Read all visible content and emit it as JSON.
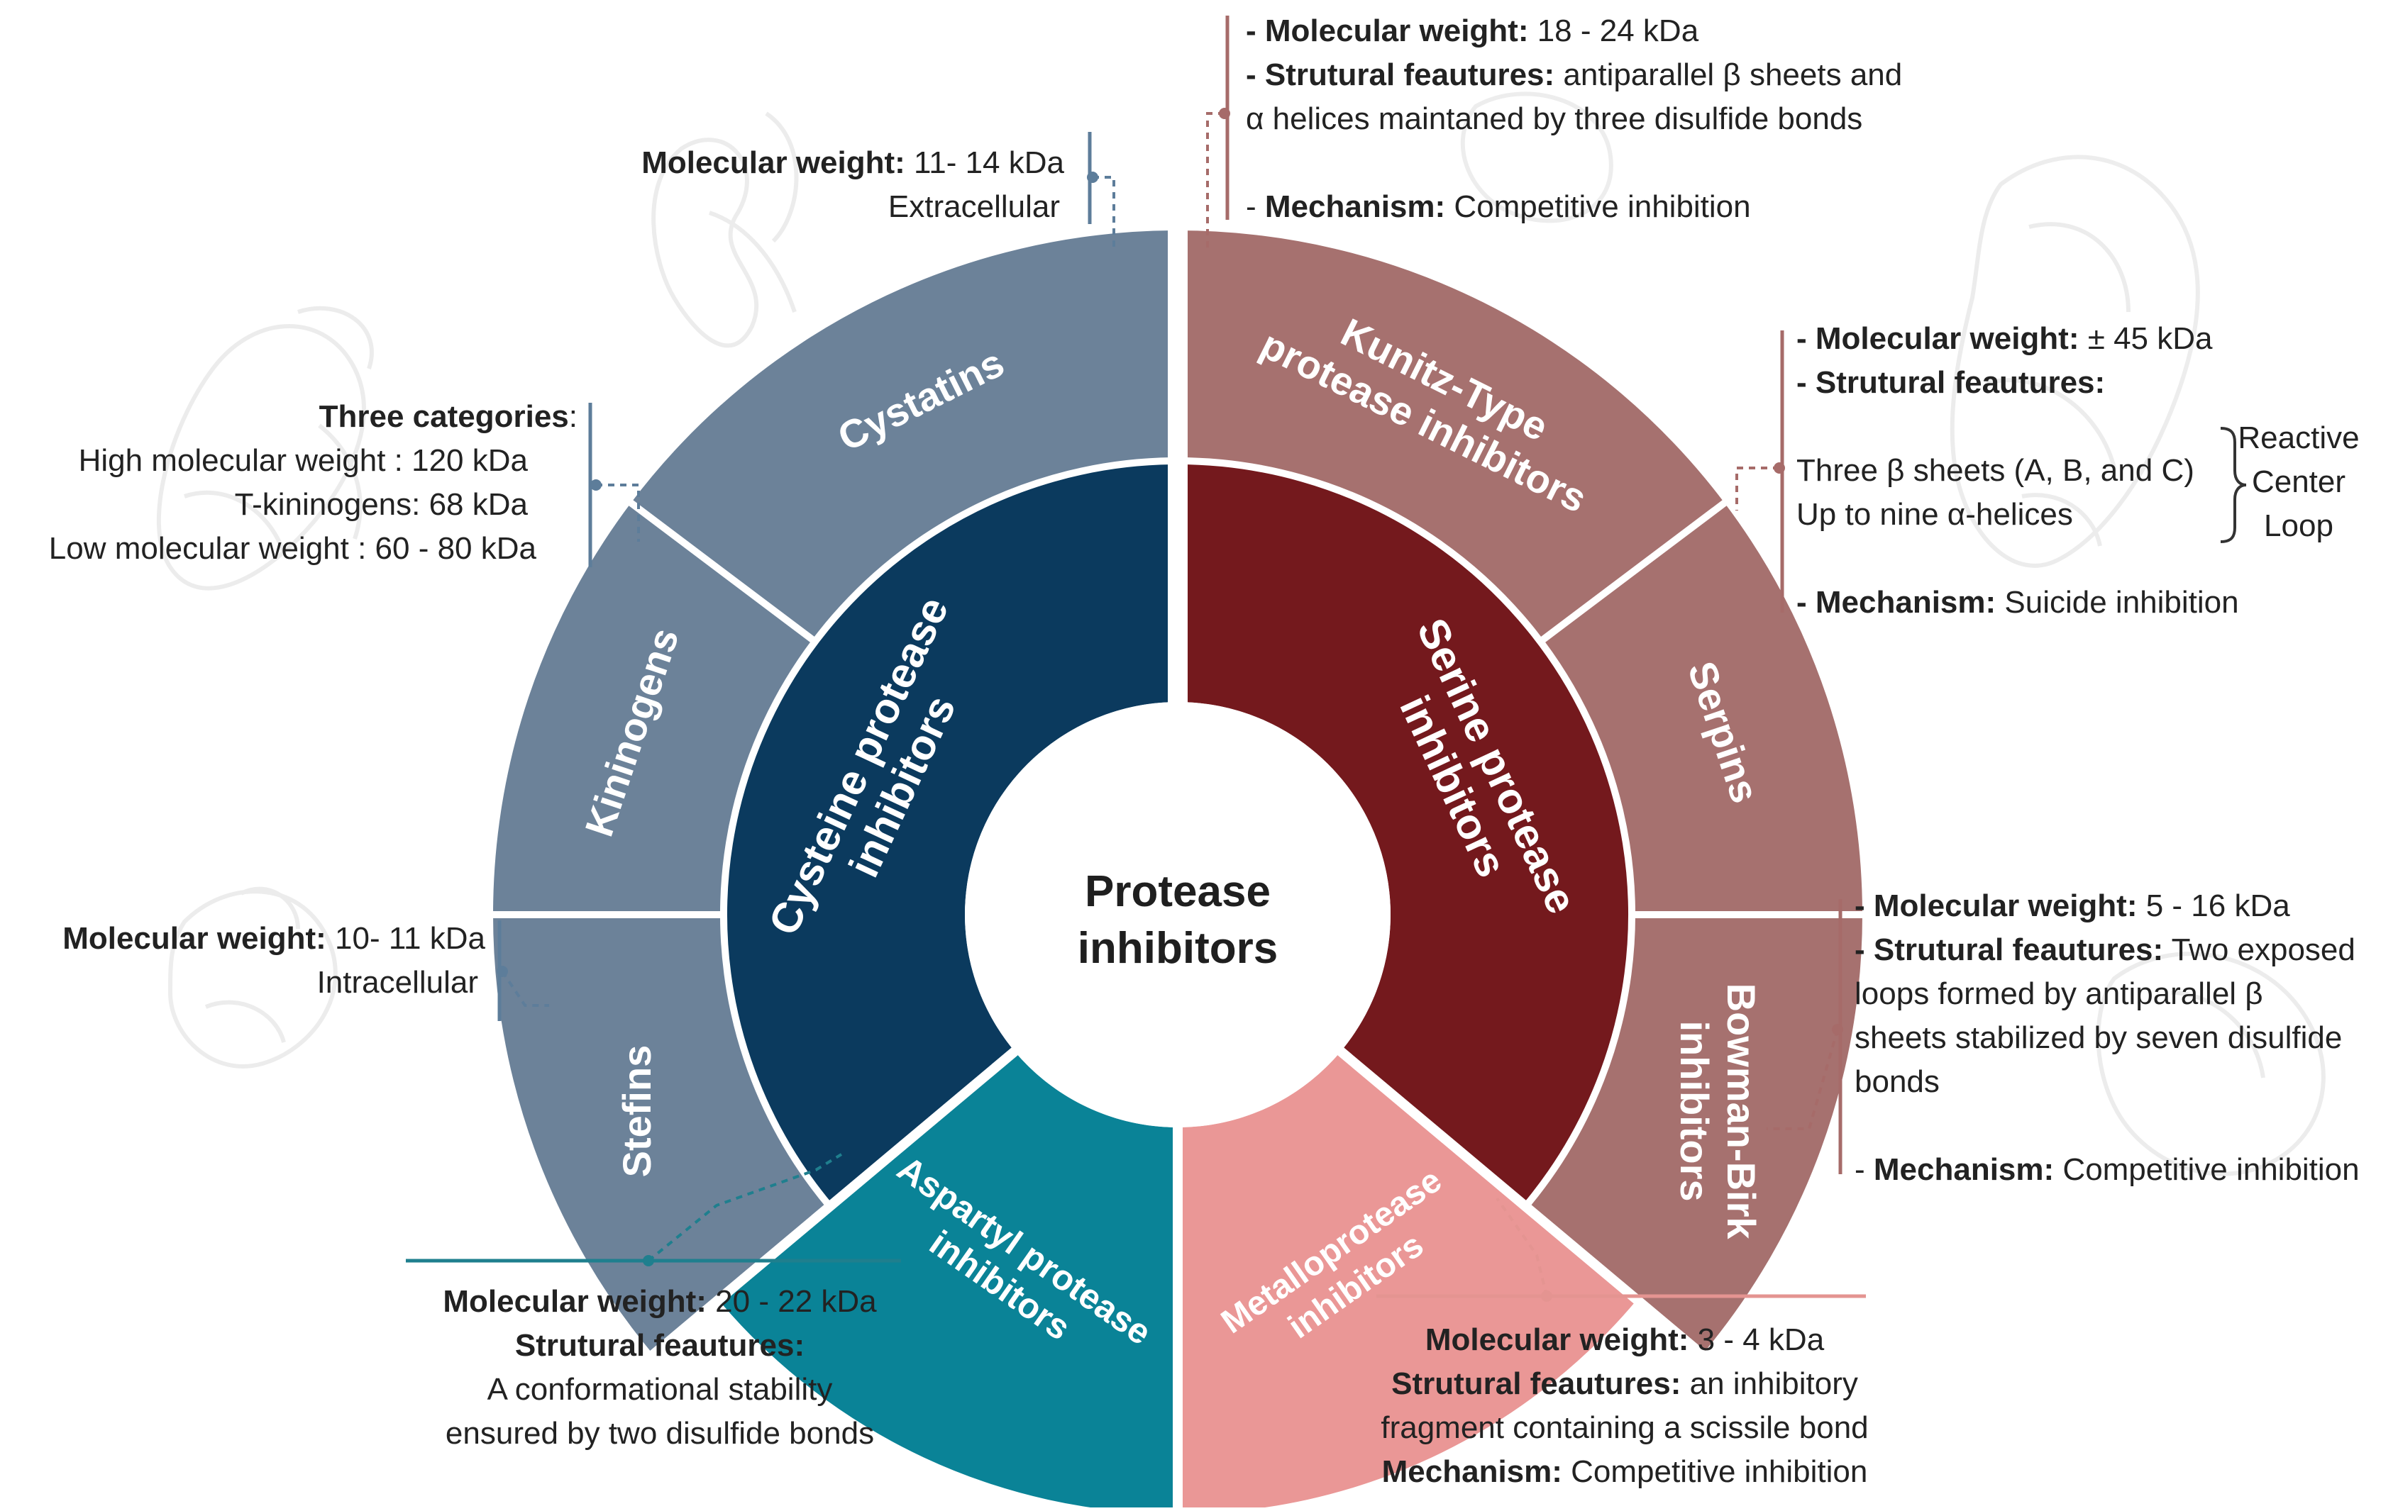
{
  "center": {
    "line1": "Protease",
    "line2": "inhibitors"
  },
  "inner": {
    "cysteine": {
      "line1": "Cysteine protease",
      "line2": "inhibitors"
    },
    "serine": {
      "line1": "Serine protease",
      "line2": "inhibitors"
    },
    "aspartyl": {
      "line1": "Aspartyl protease",
      "line2": "inhibitors"
    },
    "metallo": {
      "line1": "Metalloprotease",
      "line2": "inhibitors"
    }
  },
  "outer": {
    "stefins": "Stefins",
    "kininogens": "Kininogens",
    "cystatins": "Cystatins",
    "kunitz": {
      "line1": "Kunitz-Type",
      "line2": "protease inhibitors"
    },
    "serpins": "Serpins",
    "bowman": {
      "line1": "Bowman-Birk",
      "line2": "inhibitors"
    }
  },
  "annotations": {
    "cystatins": {
      "mw_label": "Molecular weight:",
      "mw_value": " 11- 14 kDa",
      "location": "Extracellular"
    },
    "kininogens": {
      "cat_label": "Three categories",
      "cat_colon": ":",
      "line1": "High molecular weight : 120 kDa",
      "line2": "T-kininogens: 68 kDa",
      "line3": "Low molecular weight : 60 - 80 kDa"
    },
    "stefins": {
      "mw_label": "Molecular weight:",
      "mw_value": " 10- 11 kDa",
      "location": "Intracellular"
    },
    "kunitz": {
      "mw_label": "- Molecular weight:",
      "mw_value": " 18 - 24 kDa",
      "st_label": "- Strutural feautures:",
      "st_value": " antiparallel β sheets and",
      "st_line2": "α helices maintaned by three disulfide bonds",
      "mech_prefix": "- ",
      "mech_label": "Mechanism:",
      "mech_value": " Competitive inhibition"
    },
    "serpins": {
      "mw_label": "- Molecular weight:",
      "mw_value": " ± 45 kDa",
      "st_label": "- Strutural feautures:",
      "sheet_line": "Three β sheets (A, B, and C)",
      "helix_line": "Up to nine α-helices",
      "rcl1": "Reactive",
      "rcl2": "Center",
      "rcl3": "Loop",
      "mech_label": "- Mechanism:",
      "mech_value": " Suicide inhibition"
    },
    "bowman": {
      "mw_label": "- Molecular weight:",
      "mw_value": " 5 - 16 kDa",
      "st_label": "- Strutural feautures:",
      "st_value": " Two exposed",
      "line2": "loops formed by antiparallel β",
      "line3": "sheets stabilized by seven disulfide",
      "line4": "bonds",
      "mech_prefix": "- ",
      "mech_label": "Mechanism:",
      "mech_value": " Competitive inhibition"
    },
    "aspartyl": {
      "mw_label": "Molecular weight:",
      "mw_value": " 20 - 22 kDa",
      "st_label": "Strutural feautures:",
      "line3": "A conformational stability",
      "line4": "ensured by two disulfide bonds"
    },
    "metallo": {
      "mw_label": "Molecular weight:",
      "mw_value": " 3 - 4 kDa",
      "st_label": "Strutural feautures:",
      "st_value": " an inhibitory",
      "line3": "fragment containing a scissile bond",
      "mech_label": "Mechanism:",
      "mech_value": " Competitive inhibition"
    }
  },
  "colors": {
    "cysteine_inner": "#0b3a5e",
    "cysteine_outer": "#6c8299",
    "serine_inner": "#74191d",
    "serine_outer": "#a6716f",
    "aspartyl": "#0a8397",
    "metallo": "#ea9796",
    "connector_blue": "#5d7d9a",
    "connector_red": "#a66b69",
    "connector_teal": "#1f7f8e",
    "connector_pink": "#e49491"
  }
}
